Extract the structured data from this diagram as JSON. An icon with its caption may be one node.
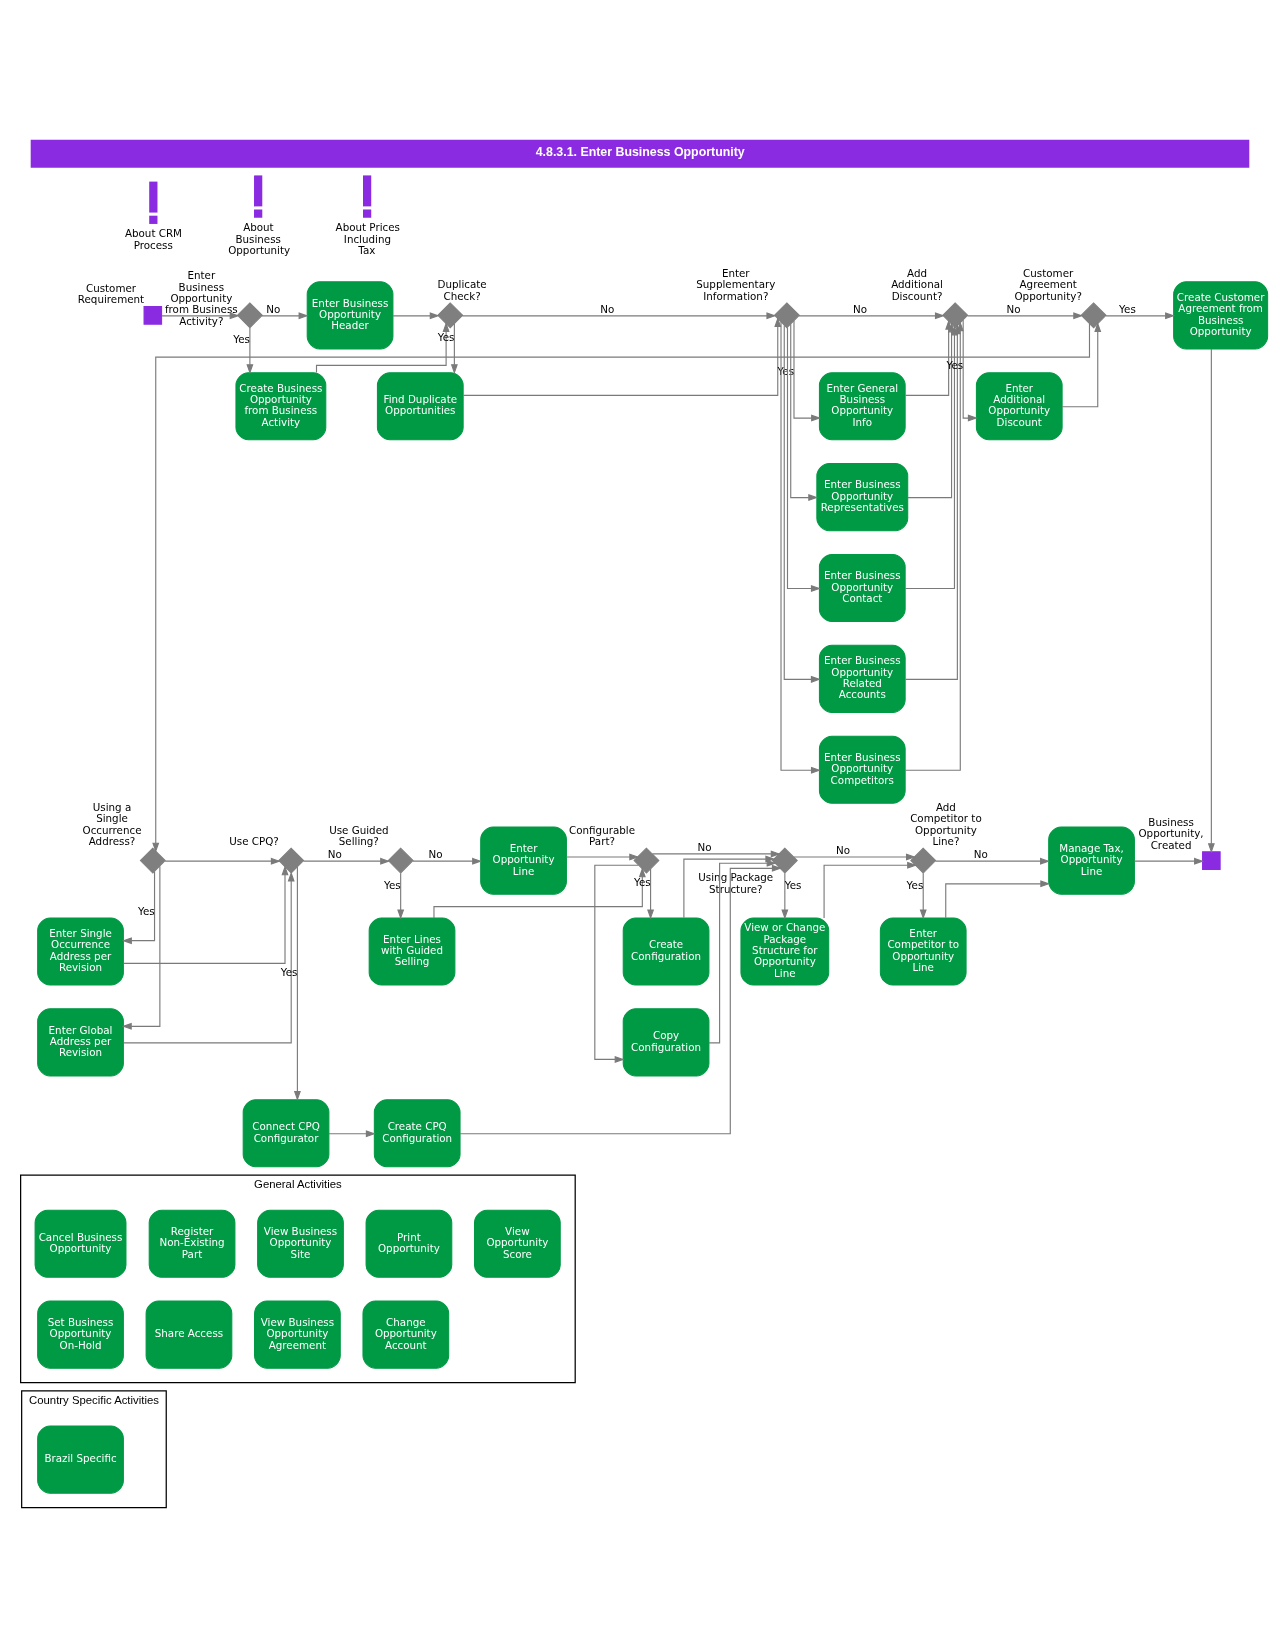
{
  "diagram": {
    "title": "4.8.3.1. Enter Business Opportunity",
    "nodes": [
      {
        "text": [
          "About CRM Process"
        ]
      },
      {
        "text": [
          "About Business Opportunity"
        ]
      },
      {
        "text": [
          "About Prices Including Tax"
        ]
      },
      {
        "text": [
          "Customer Requirement"
        ]
      },
      {
        "text": [
          "Enter Business Opportunity from Business Activity?"
        ]
      },
      {
        "text": [
          "Enter Business Opportunity Header"
        ]
      },
      {
        "text": [
          "Create Business Opportunity from Business Activity"
        ]
      },
      {
        "text": [
          "Duplicate Check?"
        ]
      },
      {
        "text": [
          "Find Duplicate Opportunities"
        ]
      },
      {
        "text": [
          "Enter Supplementary Information?"
        ]
      },
      {
        "text": [
          "Enter General Business Opportunity Info"
        ]
      },
      {
        "text": [
          "Enter Business Opportunity Representatives"
        ]
      },
      {
        "text": [
          "Enter Business Opportunity Contact"
        ]
      },
      {
        "text": [
          "Enter Business Opportunity Related Accounts"
        ]
      },
      {
        "text": [
          "Enter Business Opportunity Competitors"
        ]
      },
      {
        "text": [
          "Add Additional Discount?"
        ]
      },
      {
        "text": [
          "Enter Additional Opportunity Discount"
        ]
      },
      {
        "text": [
          "Customer Agreement Opportunity?"
        ]
      },
      {
        "text": [
          "Create Customer Agreement from Business Opportunity"
        ]
      },
      {
        "text": [
          "Using a Single Occurrence Address?"
        ]
      },
      {
        "text": [
          "Enter Single Occurrence Address per Revision"
        ]
      },
      {
        "text": [
          "Enter Global Address per Revision"
        ]
      },
      {
        "text": [
          "Use CPQ?"
        ]
      },
      {
        "text": [
          "Use Guided Selling?"
        ]
      },
      {
        "text": [
          "Enter Opportunity Line"
        ]
      },
      {
        "text": [
          "Enter Lines with Guided Selling"
        ]
      },
      {
        "text": [
          "Connect CPQ Configurator"
        ]
      },
      {
        "text": [
          "Create CPQ Configuration"
        ]
      },
      {
        "text": [
          "Configurable Part?"
        ]
      },
      {
        "text": [
          "Create Configuration"
        ]
      },
      {
        "text": [
          "Copy Configuration"
        ]
      },
      {
        "text": [
          "Using Package Structure?"
        ]
      },
      {
        "text": [
          "View or Change Package Structure for Opportunity Line"
        ]
      },
      {
        "text": [
          "Add Competitor to Opportunity Line?"
        ]
      },
      {
        "text": [
          "Enter Competitor to Opportunity Line"
        ]
      },
      {
        "text": [
          "Manage Tax, Opportunity Line"
        ]
      },
      {
        "text": [
          "Business Opportunity, Created"
        ]
      },
      {
        "text": [
          "General Activities"
        ]
      },
      {
        "text": [
          "Cancel Business Opportunity"
        ],
        "in": 37
      },
      {
        "text": [
          "Register Non-Existing Part"
        ],
        "in": 37
      },
      {
        "text": [
          "View Business Opportunity Site"
        ],
        "in": 37
      },
      {
        "text": [
          "Print Opportunity"
        ],
        "in": 37
      },
      {
        "text": [
          "View Opportunity Score"
        ],
        "in": 37
      },
      {
        "text": [
          "Set Business Opportunity On-Hold"
        ],
        "in": 37
      },
      {
        "text": [
          "Share Access"
        ],
        "in": 37
      },
      {
        "text": [
          "View Business Opportunity Agreement"
        ],
        "in": 37
      },
      {
        "text": [
          "Change Opportunity Account"
        ],
        "in": 37
      },
      {
        "text": [
          "Country Specific Activities"
        ]
      },
      {
        "text": [
          "Brazil Specific"
        ],
        "in": 47
      }
    ],
    "edges": [
      {
        "from": 3,
        "to": 4,
        "arrow": "to"
      },
      {
        "from": 4,
        "to": 5,
        "arrow": "to",
        "label": "No"
      },
      {
        "from": 4,
        "to": 6,
        "arrow": "to",
        "label": "Yes"
      },
      {
        "from": 5,
        "to": 7,
        "arrow": "to"
      },
      {
        "from": 6,
        "to": 7,
        "arrow": "to"
      },
      {
        "from": 7,
        "to": 9,
        "arrow": "to",
        "label": "No"
      },
      {
        "from": 7,
        "to": 8,
        "arrow": "to",
        "label": "Yes"
      },
      {
        "from": 8,
        "to": 9,
        "arrow": "to"
      },
      {
        "from": 9,
        "to": 15,
        "arrow": "to",
        "label": "No"
      },
      {
        "from": 9,
        "to": 10,
        "arrow": "to",
        "label": "Yes"
      },
      {
        "from": 9,
        "to": 11,
        "arrow": "to"
      },
      {
        "from": 9,
        "to": 12,
        "arrow": "to"
      },
      {
        "from": 9,
        "to": 13,
        "arrow": "to"
      },
      {
        "from": 9,
        "to": 14,
        "arrow": "to"
      },
      {
        "from": 10,
        "to": 15,
        "arrow": "to"
      },
      {
        "from": 11,
        "to": 15,
        "arrow": "to"
      },
      {
        "from": 12,
        "to": 15,
        "arrow": "to"
      },
      {
        "from": 13,
        "to": 15,
        "arrow": "to"
      },
      {
        "from": 14,
        "to": 15,
        "arrow": "to"
      },
      {
        "from": 15,
        "to": 17,
        "arrow": "to",
        "label": "No"
      },
      {
        "from": 15,
        "to": 16,
        "arrow": "to",
        "label": "Yes"
      },
      {
        "from": 16,
        "to": 17,
        "arrow": "to"
      },
      {
        "from": 17,
        "to": 18,
        "arrow": "to",
        "label": "Yes"
      },
      {
        "from": 17,
        "to": 19,
        "arrow": "to"
      },
      {
        "from": 18,
        "to": 36,
        "arrow": "to"
      },
      {
        "from": 19,
        "to": 22,
        "arrow": "to"
      },
      {
        "from": 19,
        "to": 20,
        "arrow": "to",
        "label": "Yes"
      },
      {
        "from": 19,
        "to": 21,
        "arrow": "to"
      },
      {
        "from": 20,
        "to": 22,
        "arrow": "to"
      },
      {
        "from": 21,
        "to": 22,
        "arrow": "to"
      },
      {
        "from": 22,
        "to": 23,
        "arrow": "to",
        "label": "No"
      },
      {
        "from": 22,
        "to": 26,
        "arrow": "to",
        "label": "Yes"
      },
      {
        "from": 23,
        "to": 24,
        "arrow": "to",
        "label": "No"
      },
      {
        "from": 23,
        "to": 25,
        "arrow": "to",
        "label": "Yes"
      },
      {
        "from": 24,
        "to": 28,
        "arrow": "to"
      },
      {
        "from": 25,
        "to": 28,
        "arrow": "to"
      },
      {
        "from": 26,
        "to": 27,
        "arrow": "to"
      },
      {
        "from": 27,
        "to": 31,
        "arrow": "to"
      },
      {
        "from": 28,
        "to": 31,
        "arrow": "to",
        "label": "No"
      },
      {
        "from": 28,
        "to": 29,
        "arrow": "to",
        "label": "Yes"
      },
      {
        "from": 28,
        "to": 30,
        "arrow": "to"
      },
      {
        "from": 29,
        "to": 31,
        "arrow": "to"
      },
      {
        "from": 30,
        "to": 31,
        "arrow": "to"
      },
      {
        "from": 31,
        "to": 33,
        "arrow": "to",
        "label": "No"
      },
      {
        "from": 31,
        "to": 32,
        "arrow": "to",
        "label": "Yes"
      },
      {
        "from": 32,
        "to": 33,
        "arrow": "to"
      },
      {
        "from": 33,
        "to": 35,
        "arrow": "to",
        "label": "No"
      },
      {
        "from": 33,
        "to": 34,
        "arrow": "to",
        "label": "Yes"
      },
      {
        "from": 34,
        "to": 35,
        "arrow": "to"
      },
      {
        "from": 35,
        "to": 36,
        "arrow": "to"
      }
    ]
  }
}
